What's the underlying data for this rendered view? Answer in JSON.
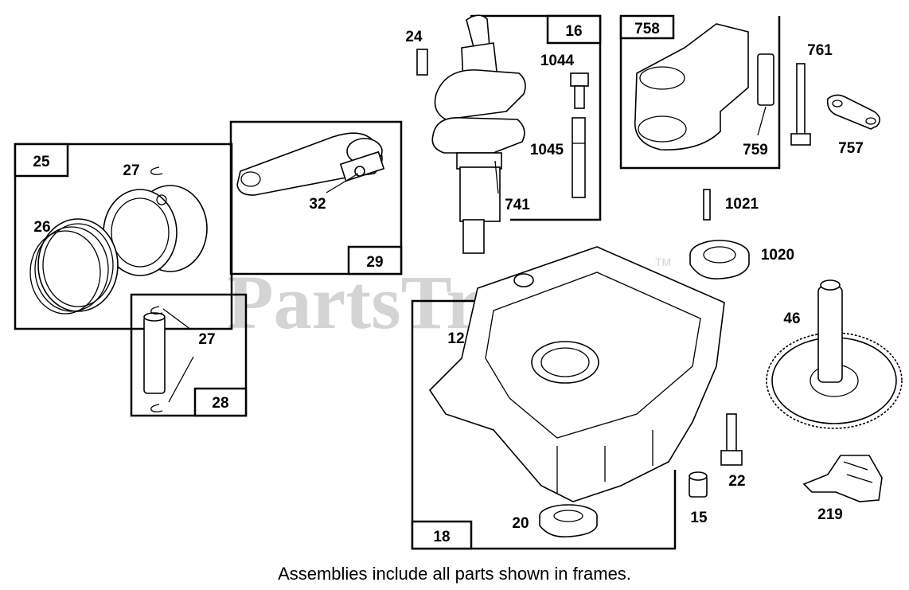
{
  "watermark": "PartsTree",
  "trademark": "TM",
  "caption": "Assemblies include all parts shown in frames.",
  "labels": {
    "p24": "24",
    "p16": "16",
    "p1044": "1044",
    "p1045": "1045",
    "p741": "741",
    "p758": "758",
    "p761": "761",
    "p759": "759",
    "p757": "757",
    "p25": "25",
    "p27a": "27",
    "p26": "26",
    "p32": "32",
    "p29": "29",
    "p27b": "27",
    "p28": "28",
    "p1021": "1021",
    "p1020": "1020",
    "p46": "46",
    "p12": "12",
    "p18": "18",
    "p20": "20",
    "p15": "15",
    "p22": "22",
    "p219": "219"
  }
}
